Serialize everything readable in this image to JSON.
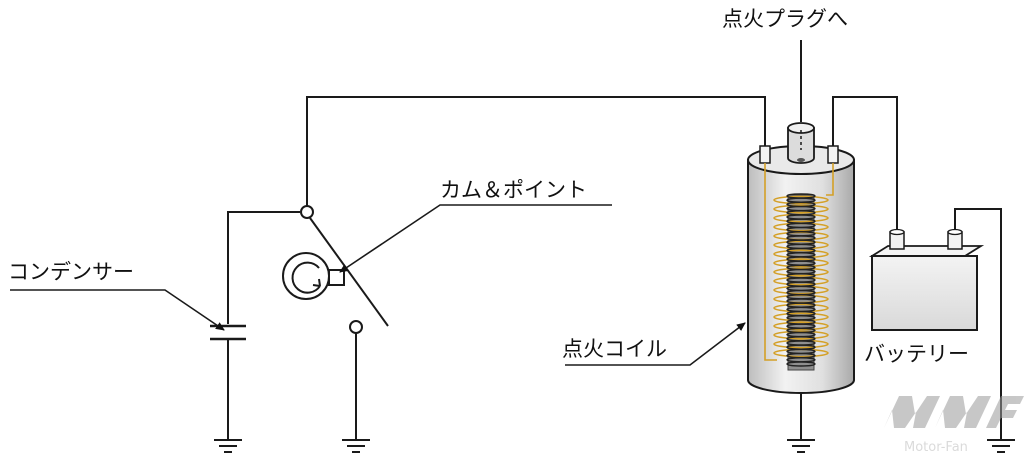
{
  "labels": {
    "spark_plug": "点火プラグへ",
    "cam_point": "カム＆ポイント",
    "condenser": "コンデンサー",
    "ignition_coil": "点火コイル",
    "battery": "バッテリー"
  },
  "watermark": {
    "text": "Motor-Fan"
  },
  "colors": {
    "wire": "#1a1a1a",
    "primary_coil": "#d4a027",
    "secondary_coil": "#222222",
    "coil_body": "#e4e4e4",
    "battery_body": "#e6e6e6",
    "watermark": "#c8c8c8"
  }
}
